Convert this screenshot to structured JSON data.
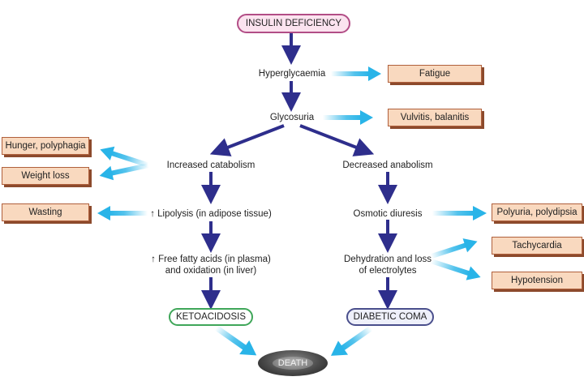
{
  "colors": {
    "main_arrow": "#2e2e8c",
    "symptom_arrow": "#29b4e8",
    "symptom_box_fill": "#f9d9bf",
    "symptom_box_border": "#b0603c",
    "insulin_border": "#b24d86",
    "keto_border": "#3fa659",
    "coma_border": "#4a4f8c"
  },
  "nodes": {
    "insulin_deficiency": "INSULIN DEFICIENCY",
    "hyperglycaemia": "Hyperglycaemia",
    "glycosuria": "Glycosuria",
    "increased_catabolism": "Increased catabolism",
    "decreased_anabolism": "Decreased anabolism",
    "lipolysis": "↑ Lipolysis (in adipose tissue)",
    "free_fatty_acids_line1": "↑ Free fatty acids (in plasma)",
    "free_fatty_acids_line2": "and oxidation (in liver)",
    "osmotic_diuresis": "Osmotic diuresis",
    "dehydration_line1": "Dehydration and loss",
    "dehydration_line2": "of electrolytes",
    "ketoacidosis": "KETOACIDOSIS",
    "diabetic_coma": "DIABETIC COMA",
    "death": "DEATH"
  },
  "symptoms": {
    "fatigue": "Fatigue",
    "vulvitis_balanitis": "Vulvitis, balanitis",
    "hunger_polyphagia": "Hunger, polyphagia",
    "weight_loss": "Weight loss",
    "wasting": "Wasting",
    "polyuria_polydipsia": "Polyuria, polydipsia",
    "tachycardia": "Tachycardia",
    "hypotension": "Hypotension"
  }
}
